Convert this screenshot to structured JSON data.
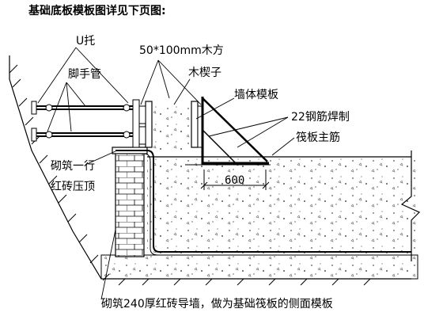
{
  "title": "基础底板模板图详见下页图:",
  "labels": {
    "u_support": "U托",
    "scaffold_pipe": "脚手管",
    "timber": "50*100mm木方",
    "wood_wedge": "木楔子",
    "wall_formwork": "墙体模板",
    "rebar_weld": "22钢筋焊制",
    "raft_main_rebar": "筏板主筋",
    "brick_top_1": "砌筑一行",
    "brick_top_2": "红砖压顶",
    "dimension": "600",
    "caption": "砌筑240厚红砖导墙，做为基础筏板的侧面模板"
  }
}
